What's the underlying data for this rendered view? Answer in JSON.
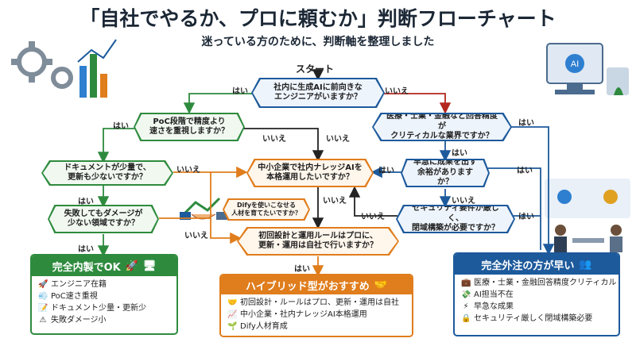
{
  "title": "「自社でやるか、プロに頼むか」判断フローチャート",
  "subtitle": "迷っている方のために、判断軸を整理しました",
  "start": "スタート",
  "nodes": {
    "q1": "社内に生成AIに前向きな\nエンジニアがいますか？",
    "q2": "PoC段階で精度より\n速さを重視しますか？",
    "q3": "ドキュメントが少量で、\n更新も少ないですか？",
    "q4": "失敗してもダメージが\n少ない領域ですか？",
    "q5": "医療・士業・金融など回答精度が\nクリティカルな業界ですか？",
    "q6": "早急に成果を出す\n余裕がありますか？",
    "q7": "セキュリティ要件が厳しく、\n閉域構築が必要ですか？",
    "q8": "中小企業で社内ナレッジAIを\n本格運用したいですか？",
    "q9": "Difyを使いこなせる\n人材を育てたいですか？",
    "q10": "初回設計と運用ルールはプロに、\n更新・運用は自社で行いますか？"
  },
  "labels": {
    "yes": "はい",
    "no": "いいえ"
  },
  "results": {
    "inhouse": {
      "title": "完全内製でOK",
      "items": [
        {
          "icon": "rocket-icon",
          "text": "エンジニア在籍"
        },
        {
          "icon": "wind-icon",
          "text": "PoC速さ重視"
        },
        {
          "icon": "memo-icon",
          "text": "ドキュメント少量・更新少"
        },
        {
          "icon": "warning-icon",
          "text": "失敗ダメージ小"
        }
      ]
    },
    "hybrid": {
      "title": "ハイブリッド型がおすすめ",
      "items": [
        {
          "icon": "handshake-icon",
          "text": "初回設計・ルールはプロ、更新・運用は自社"
        },
        {
          "icon": "chart-icon",
          "text": "中小企業・社内ナレッジAI本格運用"
        },
        {
          "icon": "sprout-icon",
          "text": "Dify人材育成"
        }
      ]
    },
    "outsource": {
      "title": "完全外注の方が早い",
      "items": [
        {
          "icon": "briefcase-icon",
          "text": "医療・士業・金融回答精度クリティカル"
        },
        {
          "icon": "money-icon",
          "text": "AI担当不在"
        },
        {
          "icon": "lightning-icon",
          "text": "早急な成果"
        },
        {
          "icon": "lock-icon",
          "text": "セキュリティ厳しく閉域構築必要"
        }
      ]
    }
  },
  "colors": {
    "green": "#2e8b3e",
    "orange": "#e07d1c",
    "blue": "#1d5a9c",
    "red": "#b3261e"
  }
}
